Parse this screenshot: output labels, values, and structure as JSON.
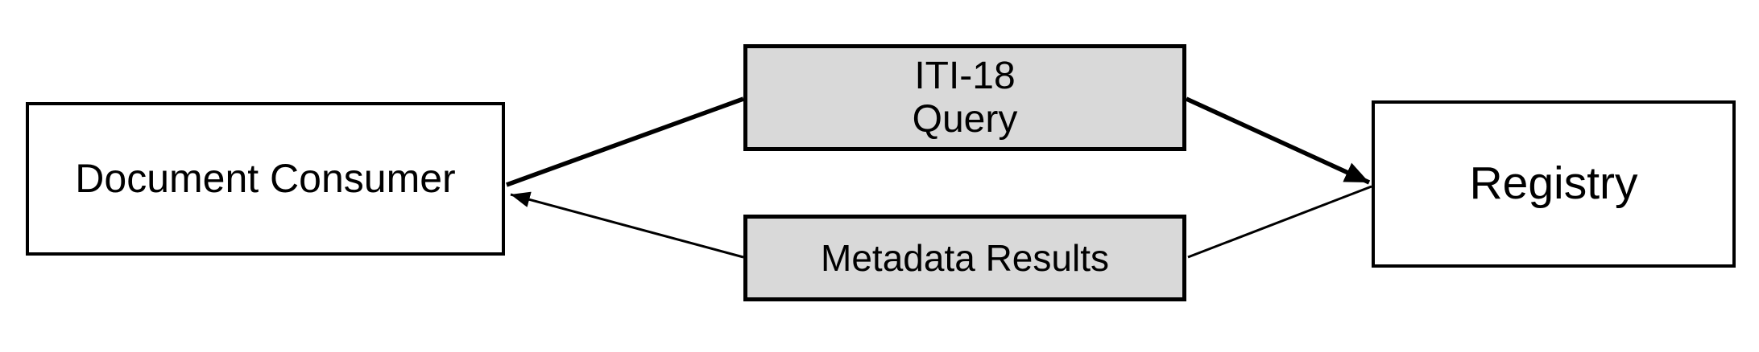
{
  "diagram": {
    "actors": [
      {
        "label": "Document Consumer"
      },
      {
        "label": "Registry"
      }
    ],
    "transactions": [
      {
        "label_lines": [
          "ITI-18",
          "Query"
        ],
        "from": "Document Consumer",
        "to": "Registry",
        "line_weight": "thick"
      },
      {
        "label_lines": [
          "Metadata Results"
        ],
        "from": "Registry",
        "to": "Document Consumer",
        "line_weight": "thin"
      }
    ],
    "colors": {
      "background": "#ffffff",
      "actor_fill": "#ffffff",
      "transaction_fill": "#d9d9d9",
      "stroke": "#000000",
      "text": "#000000"
    }
  }
}
